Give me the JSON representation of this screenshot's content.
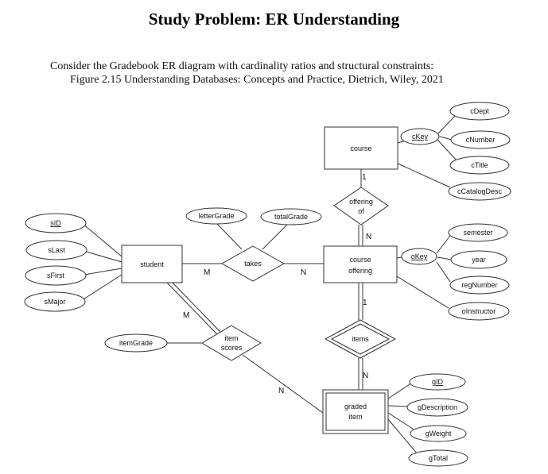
{
  "title": "Study Problem: ER Understanding",
  "caption_line1": "Consider the Gradebook ER diagram with cardinality ratios and structural constraints:",
  "caption_line2": "Figure 2.15 Understanding Databases: Concepts and Practice, Dietrich, Wiley, 2021",
  "entities": {
    "course": "course",
    "student": "student",
    "course_offering": [
      "course",
      "offering"
    ],
    "graded_item": [
      "graded",
      "item"
    ]
  },
  "relationships": {
    "offering_of": [
      "offering",
      "of"
    ],
    "takes": "takes",
    "items": "items",
    "item_scores": [
      "item",
      "scores"
    ]
  },
  "attributes": {
    "course": [
      "cKey",
      "cDept",
      "cNumber",
      "cTitle",
      "cCatalogDesc"
    ],
    "student": [
      "sID",
      "sLast",
      "sFirst",
      "sMajor"
    ],
    "takes": [
      "letterGrade",
      "totalGrade"
    ],
    "course_offering": [
      "oKey",
      "semester",
      "year",
      "regNumber",
      "oInstructor"
    ],
    "item_scores": [
      "itemGrade"
    ],
    "graded_item": [
      "gID",
      "gDescription",
      "gWeight",
      "gTotal"
    ]
  },
  "cardinalities": {
    "course_offering_of": "1",
    "offering_of_course_offering": "N",
    "student_takes": "M",
    "takes_course_offering": "N",
    "course_offering_items": "1",
    "items_graded_item": "N",
    "student_item_scores": "M",
    "item_scores_graded_item": "N"
  }
}
